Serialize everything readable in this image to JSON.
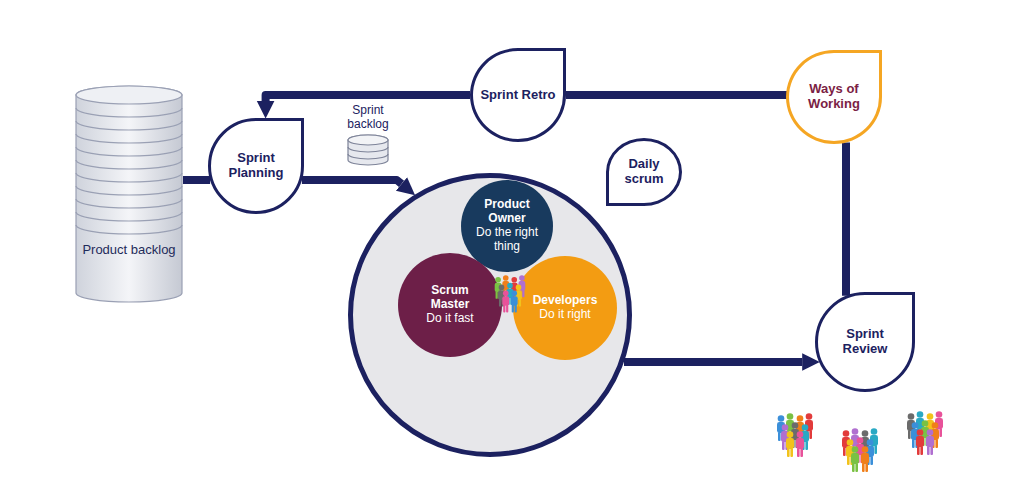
{
  "diagram": {
    "nodes": [
      {
        "text": [
          "Product backlog"
        ]
      },
      {
        "text": [
          "Sprint Planning"
        ]
      },
      {
        "text": [
          "Sprint backlog"
        ]
      },
      {
        "text": [
          "Sprint Retro"
        ]
      },
      {
        "text": [
          "Daily scrum"
        ]
      },
      {
        "text": []
      },
      {
        "text": [
          "Product Owner",
          "Do the right thing"
        ],
        "in": 5
      },
      {
        "text": [
          "Scrum Master",
          "Do it fast"
        ],
        "in": 5
      },
      {
        "text": [
          "Developers",
          "Do it right"
        ],
        "in": 5
      },
      {
        "text": [
          "Ways of Working"
        ]
      },
      {
        "text": [
          "Sprint Review"
        ]
      }
    ],
    "edges": [
      {
        "from": 0,
        "to": 1,
        "arrow": "none"
      },
      {
        "from": 1,
        "to": 5,
        "arrow": "to"
      },
      {
        "from": 5,
        "to": 10,
        "arrow": "to"
      },
      {
        "from": 10,
        "to": 9,
        "arrow": "none"
      },
      {
        "from": 9,
        "to": 3,
        "arrow": "none"
      },
      {
        "from": 3,
        "to": 1,
        "arrow": "to"
      }
    ]
  }
}
